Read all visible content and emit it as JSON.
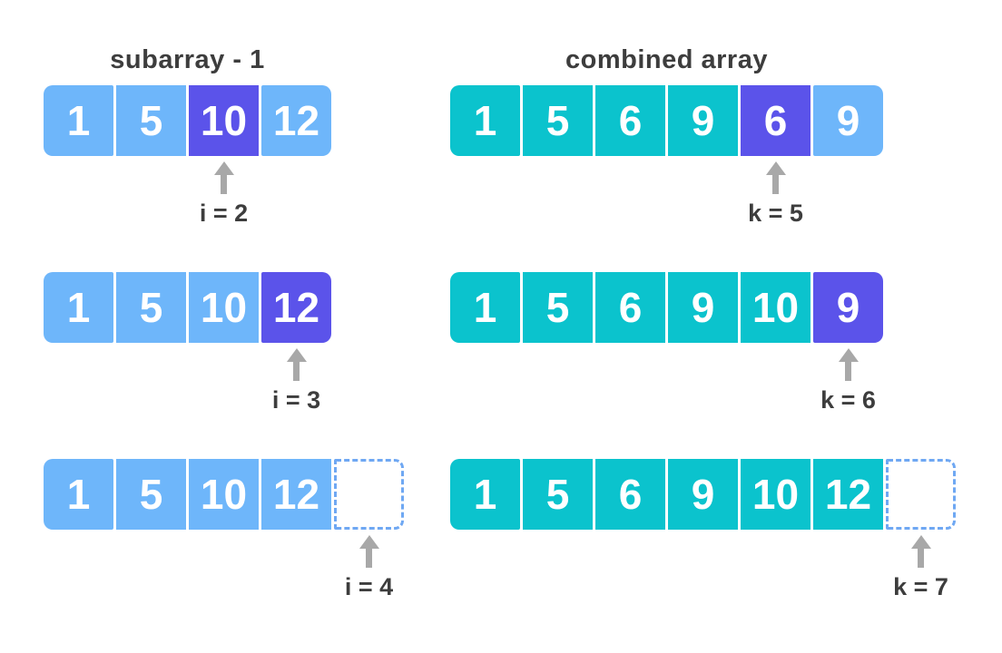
{
  "diagram": {
    "left_title": "subarray - 1",
    "right_title": "combined array",
    "colors": {
      "background": "#FFFFFF",
      "light_blue": "#6EB6FA",
      "purple": "#5B53EA",
      "teal": "#0BC3CD",
      "arrow_gray": "#A8A8A8",
      "label_text": "#3D3D3D",
      "empty_slot_border": "#6FA8F3",
      "cell_text": "#FFFFFF"
    },
    "groups": [
      {
        "name": "subarray-1 step 1",
        "cells": [
          {
            "value": "1",
            "color": "light_blue"
          },
          {
            "value": "5",
            "color": "light_blue"
          },
          {
            "value": "10",
            "color": "purple"
          },
          {
            "value": "12",
            "color": "light_blue"
          }
        ],
        "has_empty_slot": false,
        "pointer_index": 2,
        "pointer_label": "i = 2"
      },
      {
        "name": "combined array step 1",
        "cells": [
          {
            "value": "1",
            "color": "teal"
          },
          {
            "value": "5",
            "color": "teal"
          },
          {
            "value": "6",
            "color": "teal"
          },
          {
            "value": "9",
            "color": "teal"
          },
          {
            "value": "6",
            "color": "purple"
          },
          {
            "value": "9",
            "color": "light_blue"
          }
        ],
        "has_empty_slot": false,
        "pointer_index": 4,
        "pointer_label": "k = 5"
      },
      {
        "name": "subarray-1 step 2",
        "cells": [
          {
            "value": "1",
            "color": "light_blue"
          },
          {
            "value": "5",
            "color": "light_blue"
          },
          {
            "value": "10",
            "color": "light_blue"
          },
          {
            "value": "12",
            "color": "purple"
          }
        ],
        "has_empty_slot": false,
        "pointer_index": 3,
        "pointer_label": "i = 3"
      },
      {
        "name": "combined array step 2",
        "cells": [
          {
            "value": "1",
            "color": "teal"
          },
          {
            "value": "5",
            "color": "teal"
          },
          {
            "value": "6",
            "color": "teal"
          },
          {
            "value": "9",
            "color": "teal"
          },
          {
            "value": "10",
            "color": "teal"
          },
          {
            "value": "9",
            "color": "purple"
          }
        ],
        "has_empty_slot": false,
        "pointer_index": 5,
        "pointer_label": "k = 6"
      },
      {
        "name": "subarray-1 step 3",
        "cells": [
          {
            "value": "1",
            "color": "light_blue"
          },
          {
            "value": "5",
            "color": "light_blue"
          },
          {
            "value": "10",
            "color": "light_blue"
          },
          {
            "value": "12",
            "color": "light_blue"
          }
        ],
        "has_empty_slot": true,
        "pointer_index": 4,
        "pointer_label": "i = 4"
      },
      {
        "name": "combined array step 3",
        "cells": [
          {
            "value": "1",
            "color": "teal"
          },
          {
            "value": "5",
            "color": "teal"
          },
          {
            "value": "6",
            "color": "teal"
          },
          {
            "value": "9",
            "color": "teal"
          },
          {
            "value": "10",
            "color": "teal"
          },
          {
            "value": "12",
            "color": "teal"
          }
        ],
        "has_empty_slot": true,
        "pointer_index": 6,
        "pointer_label": "k = 7"
      }
    ]
  }
}
